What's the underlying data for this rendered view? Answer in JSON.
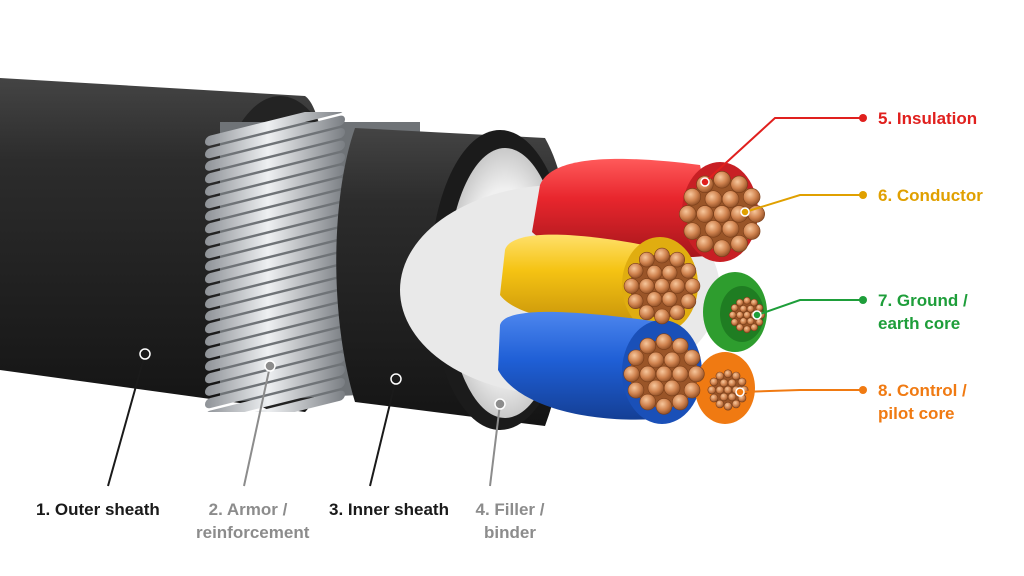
{
  "labels": {
    "outer_sheath": {
      "line1": "1. Outer sheath"
    },
    "armor": {
      "line1": "2. Armor /",
      "line2": "reinforcement"
    },
    "inner_sheath": {
      "line1": "3. Inner sheath"
    },
    "filler": {
      "line1": "4. Filler /",
      "line2": "binder"
    },
    "insulation": {
      "line1": "5. Insulation"
    },
    "conductor": {
      "line1": "6. Conductor"
    },
    "ground_core": {
      "line1": "7. Ground /",
      "line2": "earth core"
    },
    "control_core": {
      "line1": "8. Control /",
      "line2": "pilot core"
    }
  },
  "colors": {
    "sheath": "#2a2a2a",
    "armor_steel": "#b9bcc0",
    "filler": "#e6e6e6",
    "insulation_red": "#e8262d",
    "insulation_yellow": "#f5c313",
    "insulation_blue": "#1f5fd6",
    "ground_green": "#2e9d2e",
    "control_orange": "#f07a12",
    "copper": "#c8743f",
    "label_dark": "#1a1a1a",
    "label_gray": "#8c8c8c",
    "label_red": "#e0201e",
    "label_yellow": "#e0a000",
    "label_green": "#1e9e3a",
    "label_orange": "#f07a12"
  }
}
